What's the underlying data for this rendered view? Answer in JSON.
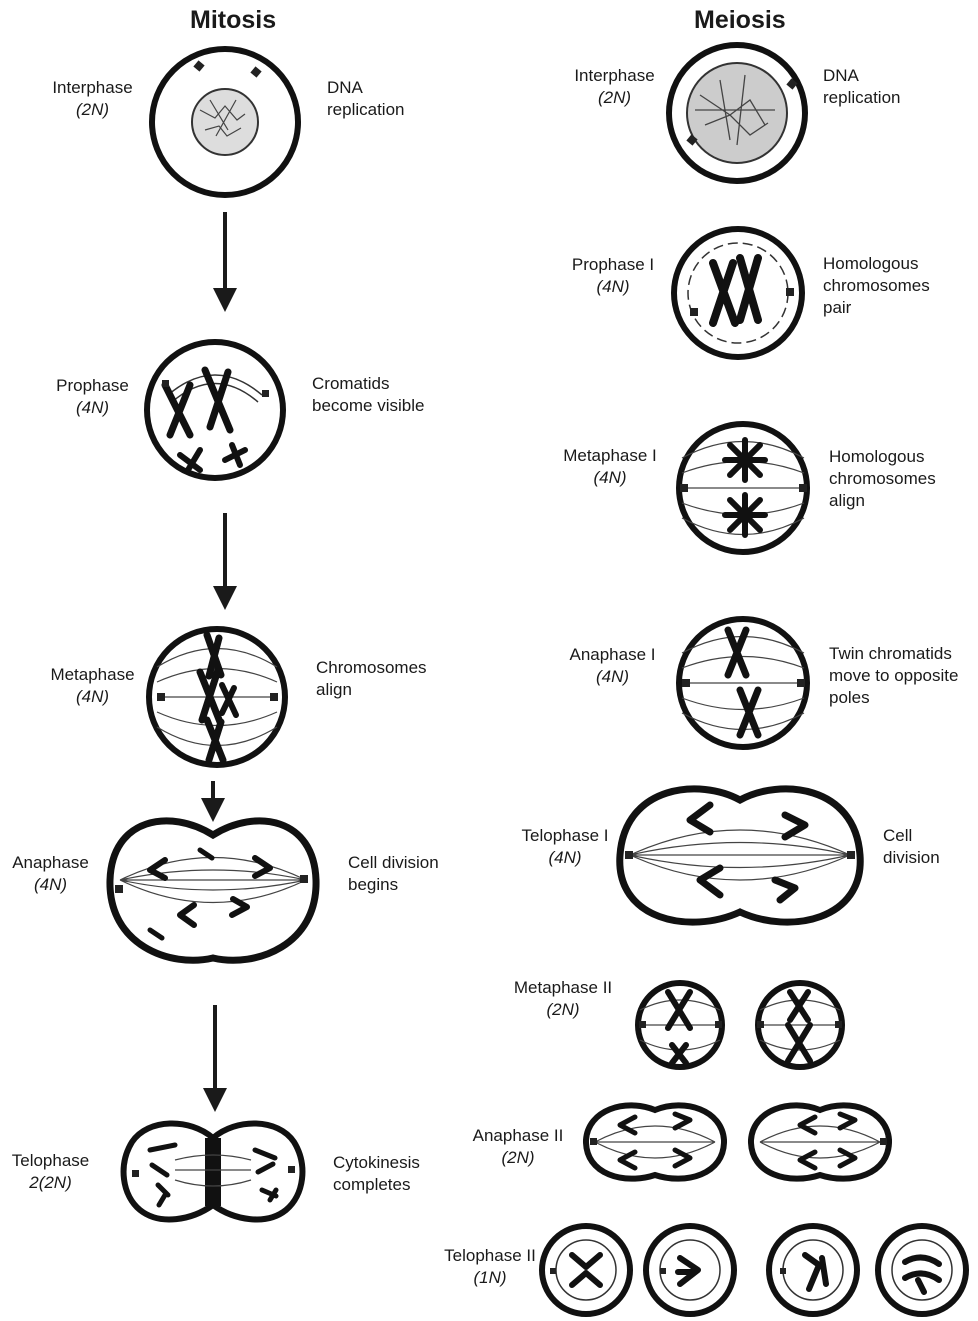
{
  "mitosis": {
    "title": "Mitosis",
    "stages": [
      {
        "name": "Interphase",
        "ploidy": "(2N)",
        "desc": [
          "DNA",
          "replication"
        ]
      },
      {
        "name": "Prophase",
        "ploidy": "(4N)",
        "desc": [
          "Cromatids",
          "become visible"
        ]
      },
      {
        "name": "Metaphase",
        "ploidy": "(4N)",
        "desc": [
          "Chromosomes",
          "align"
        ]
      },
      {
        "name": "Anaphase",
        "ploidy": "(4N)",
        "desc": [
          "Cell division",
          "begins"
        ]
      },
      {
        "name": "Telophase",
        "ploidy": "2(2N)",
        "desc": [
          "Cytokinesis",
          "completes"
        ]
      }
    ]
  },
  "meiosis": {
    "title": "Meiosis",
    "stages": [
      {
        "name": "Interphase",
        "ploidy": "(2N)",
        "desc": [
          "DNA",
          "replication"
        ]
      },
      {
        "name": "Prophase I",
        "ploidy": "(4N)",
        "desc": [
          "Homologous",
          "chromosomes",
          "pair"
        ]
      },
      {
        "name": "Metaphase I",
        "ploidy": "(4N)",
        "desc": [
          "Homologous",
          "chromosomes",
          "align"
        ]
      },
      {
        "name": "Anaphase I",
        "ploidy": "(4N)",
        "desc": [
          "Twin chromatids",
          "move to opposite",
          "poles"
        ]
      },
      {
        "name": "Telophase I",
        "ploidy": "(4N)",
        "desc": [
          "Cell",
          "division"
        ]
      },
      {
        "name": "Metaphase II",
        "ploidy": "(2N)",
        "desc": []
      },
      {
        "name": "Anaphase II",
        "ploidy": "(2N)",
        "desc": []
      },
      {
        "name": "Telophase II",
        "ploidy": "(1N)",
        "desc": []
      }
    ]
  }
}
